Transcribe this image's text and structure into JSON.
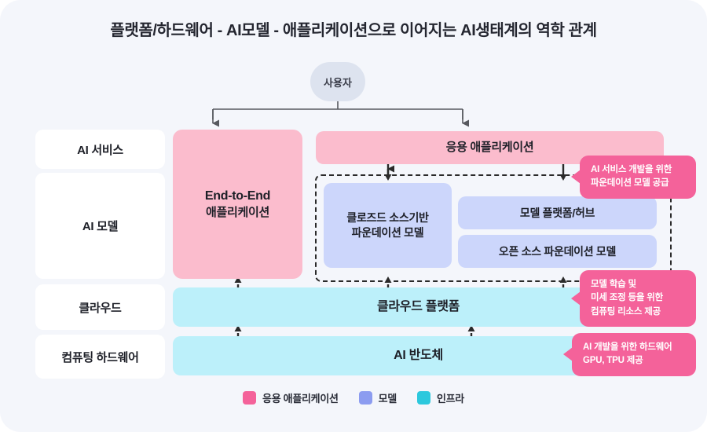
{
  "title": "플랫폼/하드웨어 - AI모델 - 애플리케이션으로 이어지는 AI생태계의 역학 관계",
  "user_node": {
    "label": "사용자"
  },
  "row_labels": [
    {
      "label": "AI 서비스"
    },
    {
      "label": "AI 모델"
    },
    {
      "label": "클라우드"
    },
    {
      "label": "컴퓨팅 하드웨어"
    }
  ],
  "boxes": {
    "end_to_end": {
      "line1": "End-to-End",
      "line2": "애플리케이션"
    },
    "application": {
      "label": "응용 애플리케이션"
    },
    "closed_source": {
      "line1": "클로즈드 소스기반",
      "line2": "파운데이션 모델"
    },
    "model_hub": {
      "label": "모델 플랫폼/허브"
    },
    "open_source": {
      "label": "오픈 소스 파운데이션 모델"
    },
    "cloud_platform": {
      "label": "클라우드 플랫폼"
    },
    "ai_semiconductor": {
      "label": "AI 반도체"
    }
  },
  "callouts": [
    {
      "line1": "AI 서비스 개발을 위한",
      "line2": "파운데이션 모델 공급"
    },
    {
      "line1": "모델 학습 및",
      "line2": "미세 조정 등을 위한",
      "line3": "컴퓨팅 리소스 제공"
    },
    {
      "line1": "AI 개발을 위한 하드웨어",
      "line2": "GPU, TPU 제공"
    }
  ],
  "legend": [
    {
      "label": "응용 애플리케이션",
      "color": "#f4629a"
    },
    {
      "label": "모델",
      "color": "#8c9cf0"
    },
    {
      "label": "인프라",
      "color": "#2cc8dd"
    }
  ],
  "colors": {
    "background": "#f4f6fb",
    "pink_box": "#fbbccd",
    "blue_box": "#ccd6fb",
    "cyan_box": "#bcf0fa",
    "callout_pink": "#f4629a",
    "user_node": "#dde3ef",
    "arrow": "#2a2a2a",
    "connector": "#57595f"
  }
}
